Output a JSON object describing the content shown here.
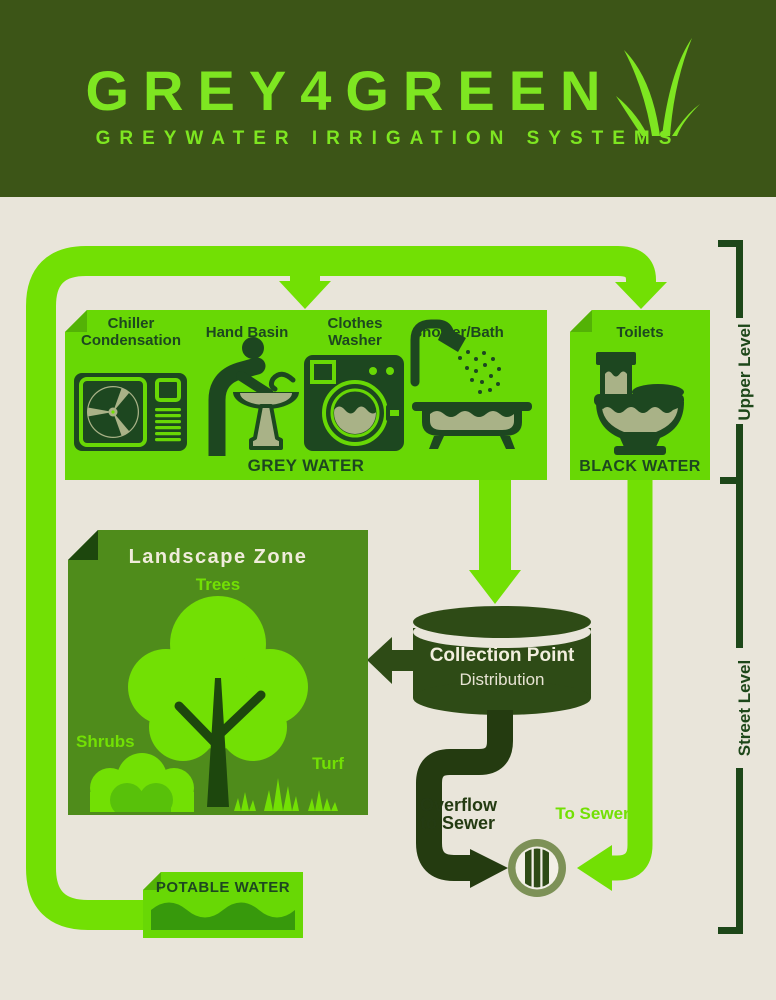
{
  "header": {
    "title": "GREY4GREEN",
    "subtitle": "GREYWATER IRRIGATION SYSTEMS"
  },
  "grey_water_panel": {
    "caption": "GREY WATER",
    "appliances": [
      {
        "line1": "Chiller",
        "line2": "Condensation",
        "icon": "chiller-icon"
      },
      {
        "line1": "Hand Basin",
        "line2": "",
        "icon": "hand-basin-icon"
      },
      {
        "line1": "Clothes",
        "line2": "Washer",
        "icon": "clothes-washer-icon"
      },
      {
        "line1": "Shower/Bath",
        "line2": "",
        "icon": "shower-bath-icon"
      }
    ]
  },
  "black_water_panel": {
    "caption": "BLACK WATER",
    "appliance": {
      "line1": "Toilets",
      "icon": "toilet-icon"
    }
  },
  "landscape_zone": {
    "title": "Landscape Zone",
    "trees": "Trees",
    "shrubs": "Shrubs",
    "turf": "Turf"
  },
  "collection_point": {
    "title": "Collection Point",
    "subtitle": "Distribution"
  },
  "flows": {
    "overflow_line1": "Overflow",
    "overflow_line2": "to Sewer",
    "to_sewer": "To Sewer"
  },
  "potable_water": {
    "label": "POTABLE WATER"
  },
  "level_markers": {
    "upper": "Upper Level",
    "street": "Street Level"
  },
  "colors": {
    "header_bg": "#3c5517",
    "brand_green": "#7ee621",
    "pipe_green": "#72e004",
    "panel_green": "#68d805",
    "dark_green": "#1d4720",
    "landscape_green": "#4f8c1b",
    "olive": "#a9b287",
    "cylinder_green": "#2e4b16",
    "overflow_green": "#243b10",
    "drain_olive": "#7d9157",
    "background_cream": "#e9e5da"
  }
}
